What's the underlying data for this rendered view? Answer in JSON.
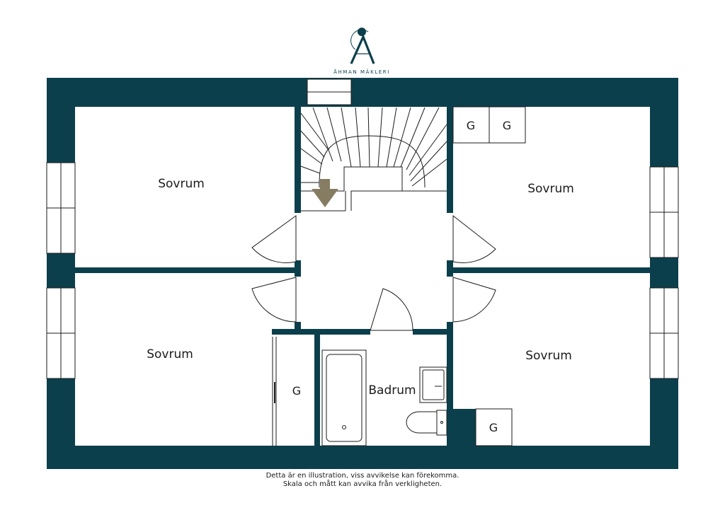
{
  "brand": {
    "name": "ÅHMAN MÄKLERI",
    "logo_icon": "ahman-logo-icon",
    "color": "#0b3f4c"
  },
  "colors": {
    "wall": "#0b3f4c",
    "stair_arrow": "#857c62",
    "line": "#1b1b1b",
    "background": "#ffffff"
  },
  "rooms": {
    "bedroom_top_left": "Sovrum",
    "bedroom_top_right": "Sovrum",
    "bedroom_bottom_left": "Sovrum",
    "bedroom_bottom_right": "Sovrum",
    "bathroom": "Badrum"
  },
  "closets": {
    "top_right_1": "G",
    "top_right_2": "G",
    "hall_wardrobe": "G",
    "bottom_right": "G"
  },
  "disclaimer": {
    "line1": "Detta är en illustration, viss avvikelse kan förekomma.",
    "line2": "Skala och mått kan avvika från verkligheten."
  }
}
